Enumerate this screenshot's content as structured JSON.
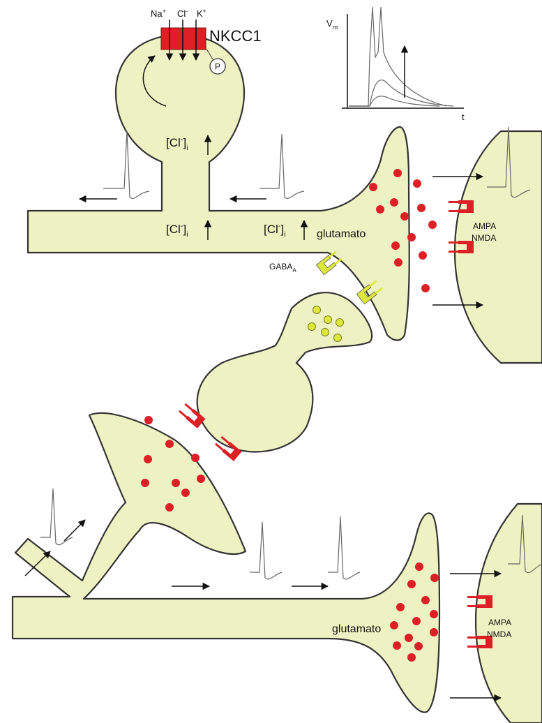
{
  "nkcc1": {
    "label": "NKCC1",
    "ions": [
      {
        "base": "Na",
        "sup": "+"
      },
      {
        "base": "Cl",
        "sup": "-"
      },
      {
        "base": "K",
        "sup": "+"
      }
    ],
    "phosphate": "P"
  },
  "chloride": {
    "prefix": "[Cl",
    "sup": "-",
    "suffix": "]",
    "sub": "i",
    "arrow": "↑"
  },
  "graph": {
    "ylabel_base": "V",
    "ylabel_sub": "m",
    "xlabel": "t"
  },
  "labels": {
    "glutamate_top": "glutamato",
    "glutamate_bottom": "glutamato",
    "gaba_base": "GABA",
    "gaba_sub": "A",
    "receptors_top": [
      "AMPA",
      "NMDA"
    ],
    "receptors_bottom": [
      "AMPA",
      "NMDA"
    ]
  },
  "colors": {
    "cytoplasm": "#eef2c2",
    "glutamate": "#dd1f26",
    "gaba": "#dde83a",
    "nkcc1": "#dd1f26"
  }
}
